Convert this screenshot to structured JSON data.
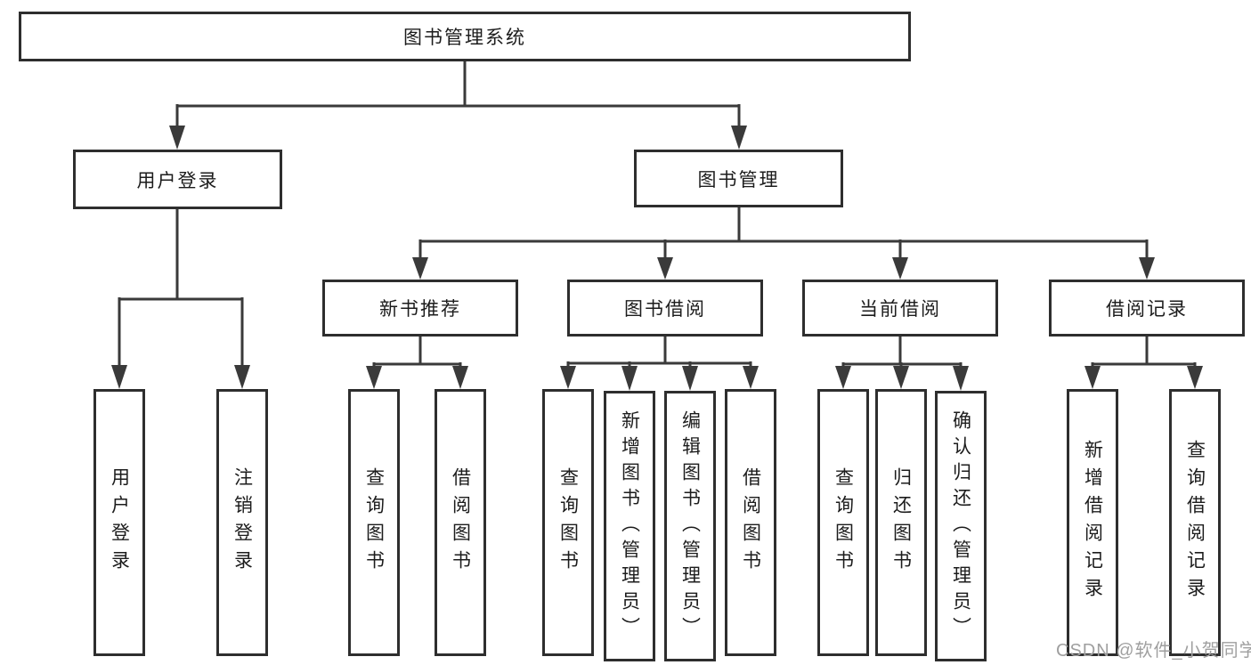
{
  "diagram": {
    "title": "图书管理系统",
    "watermark": "CSDN @软件_小贺同学",
    "colors": {
      "line": "#3a3a3a",
      "box_border": "#2e2e2e",
      "text": "#1c1c1c",
      "watermark_text": "#9f9f9f",
      "background": "#ffffff"
    },
    "root": {
      "label": "图书管理系统"
    },
    "level2": [
      {
        "label": "用户登录",
        "children": [
          {
            "label": "用户登录"
          },
          {
            "label": "注销登录"
          }
        ]
      },
      {
        "label": "图书管理",
        "children": [
          {
            "label": "新书推荐",
            "children": [
              {
                "label": "查询图书"
              },
              {
                "label": "借阅图书"
              }
            ]
          },
          {
            "label": "图书借阅",
            "children": [
              {
                "label": "查询图书"
              },
              {
                "label": "新增图书（管理员）"
              },
              {
                "label": "编辑图书（管理员）"
              },
              {
                "label": "借阅图书"
              }
            ]
          },
          {
            "label": "当前借阅",
            "children": [
              {
                "label": "查询图书"
              },
              {
                "label": "归还图书"
              },
              {
                "label": "确认归还（管理员）"
              }
            ]
          },
          {
            "label": "借阅记录",
            "children": [
              {
                "label": "新增借阅记录"
              },
              {
                "label": "查询借阅记录"
              }
            ]
          }
        ]
      }
    ]
  }
}
